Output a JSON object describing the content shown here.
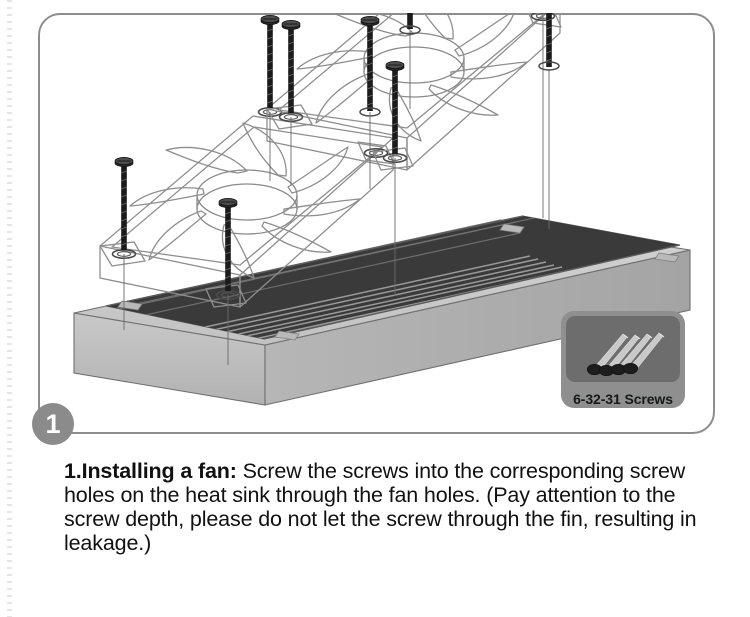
{
  "figure": {
    "step_number": "1",
    "frame_label": "installation-step-1-diagram",
    "parts_inset": {
      "label": "6-32-31 Screws",
      "screw_count": 4
    },
    "scene": {
      "components": [
        "radiator-heat-sink",
        "cooling-fan-left",
        "cooling-fan-right",
        "mounting-screws"
      ],
      "fan_count": 2,
      "visible_screw_count": 8,
      "colors": {
        "frame_border": "#8d8d8d",
        "badge_fill": "#8b8b8b",
        "inset_outer": "#8f8f8f",
        "inset_inner": "#6d6d6d",
        "radiator_top": "#c9c9c9",
        "radiator_front": "#bcbcbc",
        "radiator_fins": "#2b2b2b",
        "line_art": "#8a8a8a",
        "screw_body": "#1b1b1b"
      }
    }
  },
  "caption": {
    "heading": "1.Installing a fan:",
    "body": " Screw the screws into the corresponding screw holes on the heat sink through the fan holes. (Pay attention to the screw depth, please do not let the screw through the fin, resulting in leakage.)"
  }
}
